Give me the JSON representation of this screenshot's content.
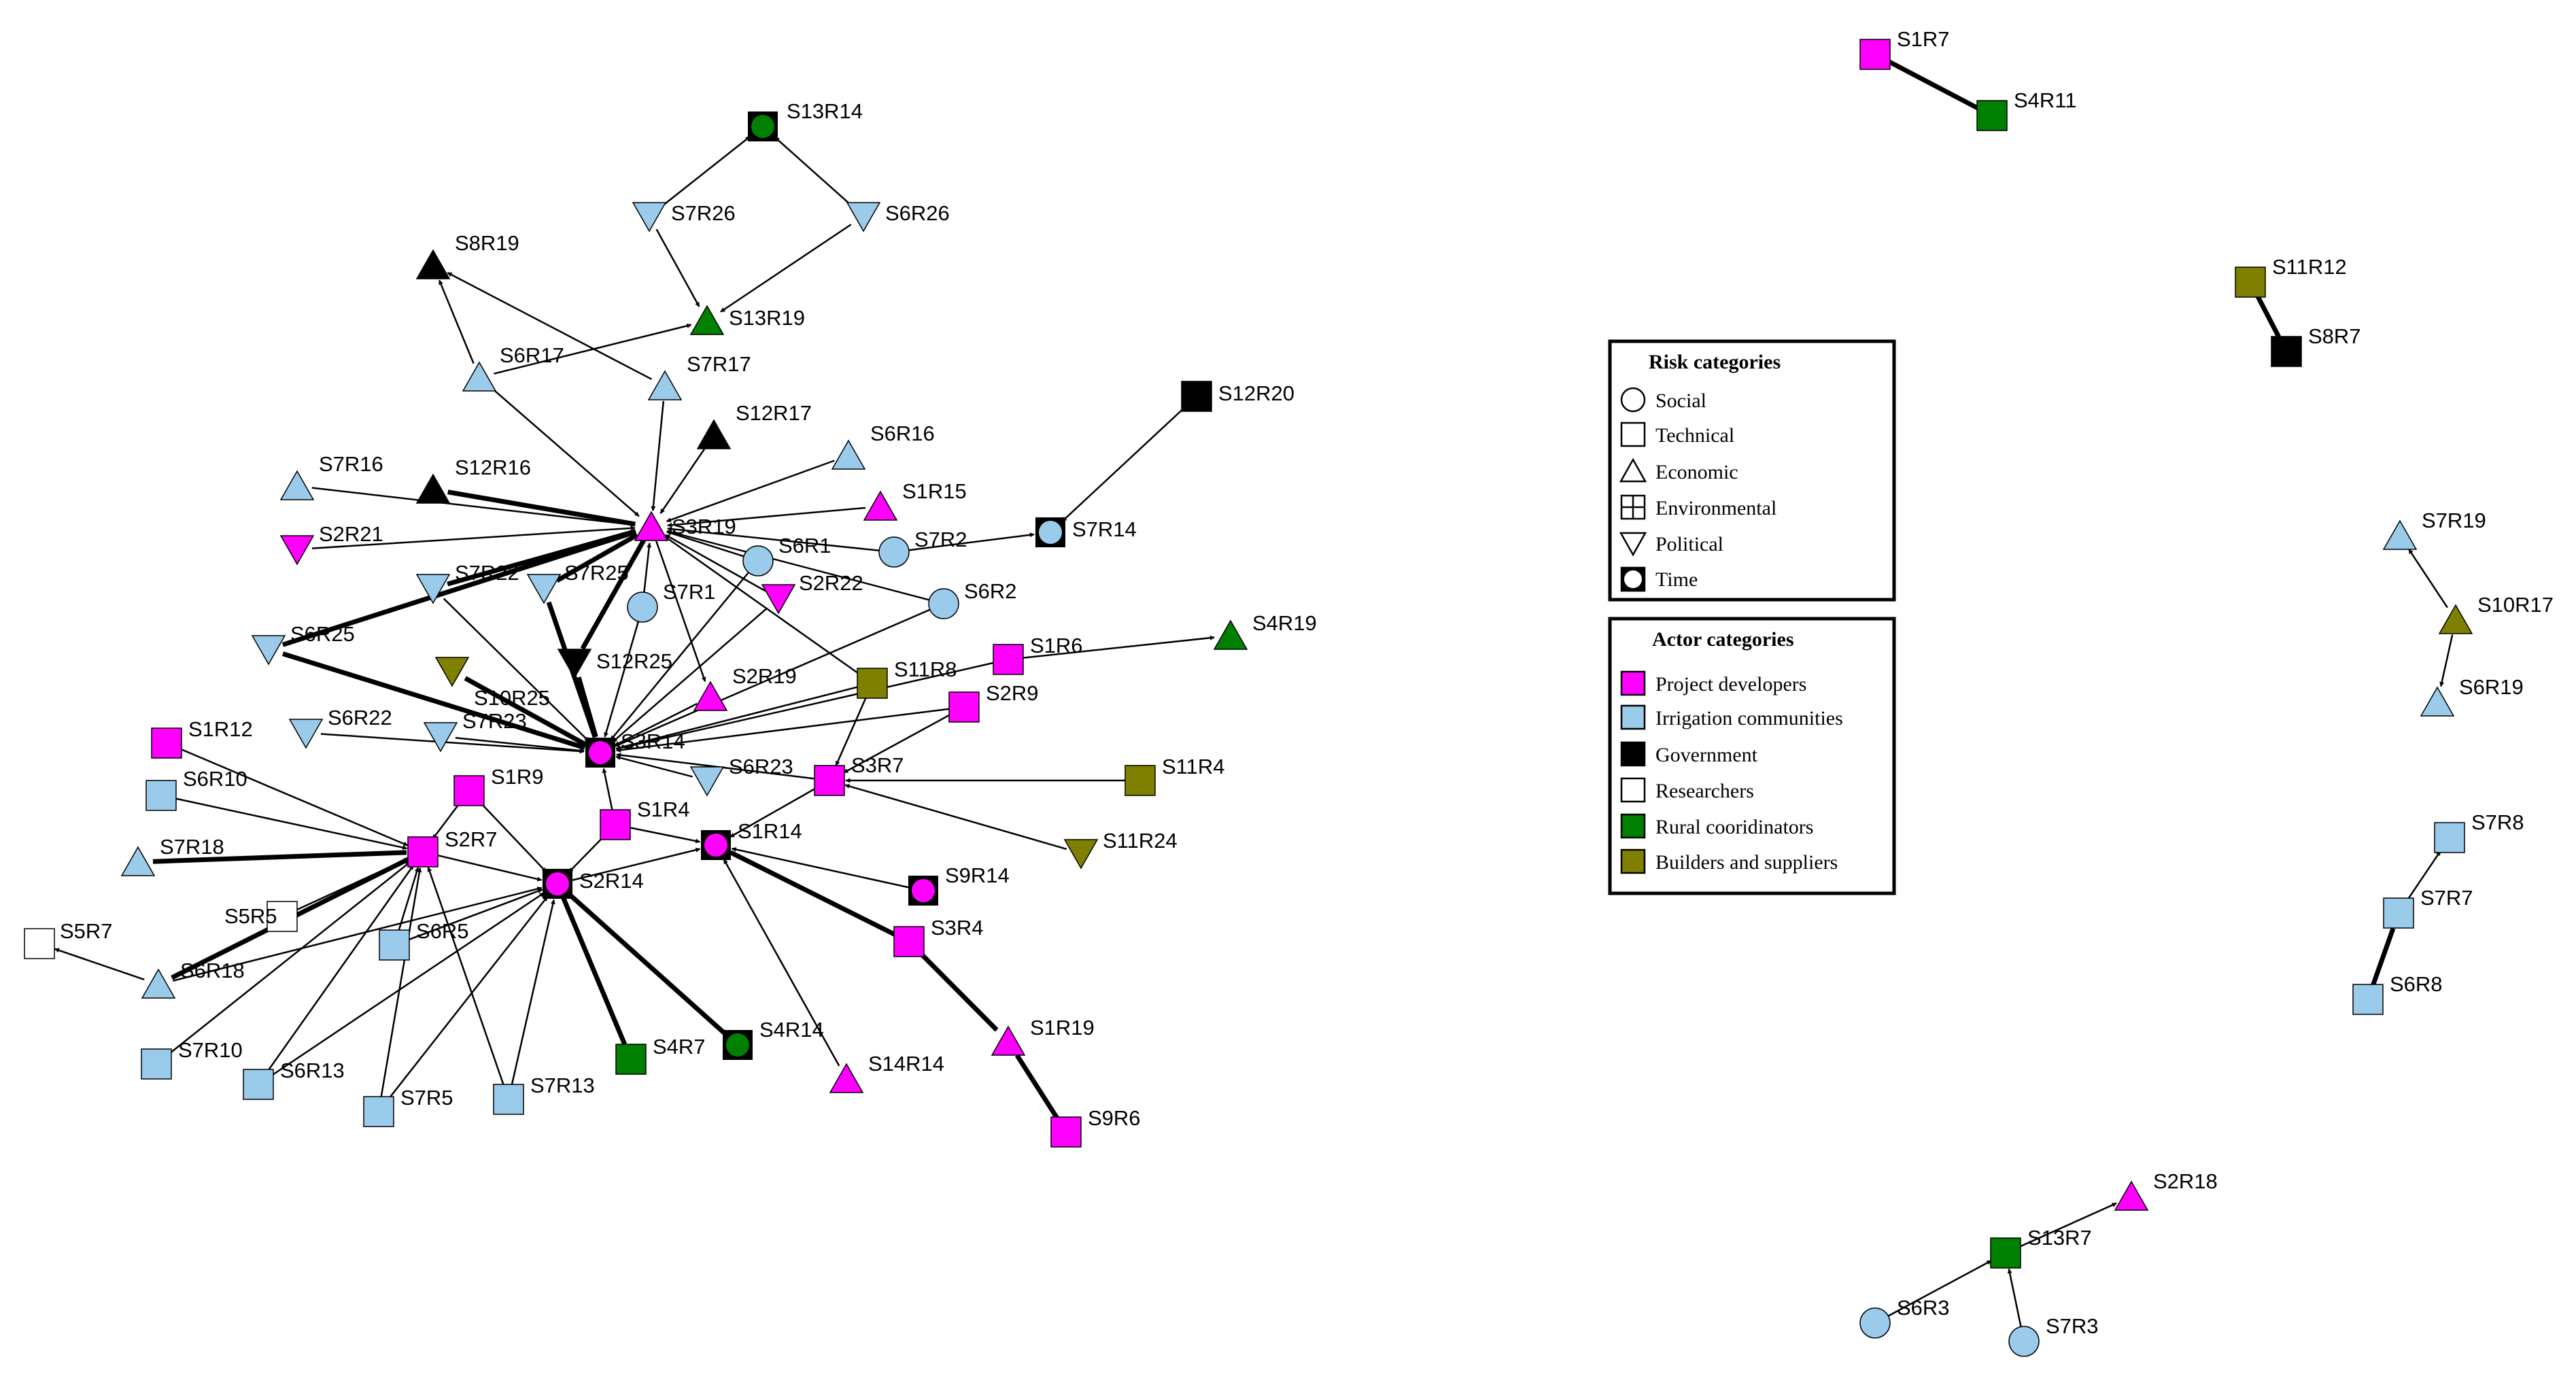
{
  "colors": {
    "project_developers": "#FF00FF",
    "irrigation_communities": "#9ACBEB",
    "government": "#000000",
    "researchers": "#FFFFFF",
    "rural_coordinators": "#008000",
    "builders_and_suppliers": "#808000"
  },
  "legend": {
    "risk_title": "Risk categories",
    "risk_items": [
      {
        "shape": "circle",
        "label": "Social"
      },
      {
        "shape": "square",
        "label": "Technical"
      },
      {
        "shape": "triangle-up",
        "label": "Economic"
      },
      {
        "shape": "square-plus",
        "label": "Environmental"
      },
      {
        "shape": "triangle-down",
        "label": "Political"
      },
      {
        "shape": "circle-in-square",
        "label": "Time"
      }
    ],
    "actor_title": "Actor categories",
    "actor_items": [
      {
        "color": "#FF00FF",
        "label": "Project developers"
      },
      {
        "color": "#9ACBEB",
        "label": "Irrigation communities"
      },
      {
        "color": "#000000",
        "label": "Government"
      },
      {
        "color": "#FFFFFF",
        "label": "Researchers"
      },
      {
        "color": "#008000",
        "label": "Rural cooridinators"
      },
      {
        "color": "#808000",
        "label": "Builders and suppliers"
      }
    ]
  },
  "nodes": [
    {
      "id": "S13R14",
      "shape": "time",
      "color": "#008000"
    },
    {
      "id": "S7R26",
      "shape": "down",
      "color": "#9ACBEB"
    },
    {
      "id": "S6R26",
      "shape": "down",
      "color": "#9ACBEB"
    },
    {
      "id": "S8R19",
      "shape": "up",
      "color": "#000000"
    },
    {
      "id": "S13R19",
      "shape": "up",
      "color": "#008000"
    },
    {
      "id": "S6R17",
      "shape": "up",
      "color": "#9ACBEB"
    },
    {
      "id": "S7R17",
      "shape": "up",
      "color": "#9ACBEB"
    },
    {
      "id": "S12R20",
      "shape": "square",
      "color": "#000000"
    },
    {
      "id": "S12R17",
      "shape": "up",
      "color": "#000000"
    },
    {
      "id": "S6R16",
      "shape": "up",
      "color": "#9ACBEB"
    },
    {
      "id": "S7R16",
      "shape": "up",
      "color": "#9ACBEB"
    },
    {
      "id": "S12R16",
      "shape": "up",
      "color": "#000000"
    },
    {
      "id": "S3R19",
      "shape": "up",
      "color": "#FF00FF"
    },
    {
      "id": "S1R15",
      "shape": "up",
      "color": "#FF00FF"
    },
    {
      "id": "S2R21",
      "shape": "down",
      "color": "#FF00FF"
    },
    {
      "id": "S6R1",
      "shape": "circle",
      "color": "#9ACBEB"
    },
    {
      "id": "S7R2",
      "shape": "circle",
      "color": "#9ACBEB"
    },
    {
      "id": "S7R14",
      "shape": "time",
      "color": "#9ACBEB"
    },
    {
      "id": "S7R22",
      "shape": "down",
      "color": "#9ACBEB"
    },
    {
      "id": "S7R25",
      "shape": "down",
      "color": "#9ACBEB"
    },
    {
      "id": "S7R1",
      "shape": "circle",
      "color": "#9ACBEB"
    },
    {
      "id": "S2R22",
      "shape": "down",
      "color": "#FF00FF"
    },
    {
      "id": "S6R2",
      "shape": "circle",
      "color": "#9ACBEB"
    },
    {
      "id": "S4R19",
      "shape": "up",
      "color": "#008000"
    },
    {
      "id": "S6R25",
      "shape": "down",
      "color": "#9ACBEB"
    },
    {
      "id": "S10R25",
      "shape": "down",
      "color": "#808000"
    },
    {
      "id": "S12R25",
      "shape": "down",
      "color": "#000000"
    },
    {
      "id": "S1R6",
      "shape": "square",
      "color": "#FF00FF"
    },
    {
      "id": "S2R19",
      "shape": "up",
      "color": "#FF00FF"
    },
    {
      "id": "S11R8",
      "shape": "square",
      "color": "#808000"
    },
    {
      "id": "S1R12",
      "shape": "square",
      "color": "#FF00FF"
    },
    {
      "id": "S6R22",
      "shape": "down",
      "color": "#9ACBEB"
    },
    {
      "id": "S7R23",
      "shape": "down",
      "color": "#9ACBEB"
    },
    {
      "id": "S3R14",
      "shape": "time",
      "color": "#FF00FF"
    },
    {
      "id": "S2R9",
      "shape": "square",
      "color": "#FF00FF"
    },
    {
      "id": "S6R10",
      "shape": "square",
      "color": "#9ACBEB"
    },
    {
      "id": "S1R9",
      "shape": "square",
      "color": "#FF00FF"
    },
    {
      "id": "S6R23",
      "shape": "down",
      "color": "#9ACBEB"
    },
    {
      "id": "S3R7",
      "shape": "square",
      "color": "#FF00FF"
    },
    {
      "id": "S11R4",
      "shape": "square",
      "color": "#808000"
    },
    {
      "id": "S1R4",
      "shape": "square",
      "color": "#FF00FF"
    },
    {
      "id": "S2R7",
      "shape": "square",
      "color": "#FF00FF"
    },
    {
      "id": "S7R18",
      "shape": "up",
      "color": "#9ACBEB"
    },
    {
      "id": "S1R14",
      "shape": "time",
      "color": "#FF00FF"
    },
    {
      "id": "S11R24",
      "shape": "down",
      "color": "#808000"
    },
    {
      "id": "S2R14",
      "shape": "time",
      "color": "#FF00FF"
    },
    {
      "id": "S9R14",
      "shape": "time",
      "color": "#FF00FF"
    },
    {
      "id": "S5R5",
      "shape": "square",
      "color": "#FFFFFF"
    },
    {
      "id": "S5R7",
      "shape": "square",
      "color": "#FFFFFF"
    },
    {
      "id": "S6R5",
      "shape": "square",
      "color": "#9ACBEB"
    },
    {
      "id": "S6R18",
      "shape": "up",
      "color": "#9ACBEB"
    },
    {
      "id": "S3R4",
      "shape": "square",
      "color": "#FF00FF"
    },
    {
      "id": "S4R7",
      "shape": "square",
      "color": "#008000"
    },
    {
      "id": "S4R14",
      "shape": "time",
      "color": "#008000"
    },
    {
      "id": "S1R19",
      "shape": "up",
      "color": "#FF00FF"
    },
    {
      "id": "S7R10",
      "shape": "square",
      "color": "#9ACBEB"
    },
    {
      "id": "S14R14",
      "shape": "up",
      "color": "#FF00FF"
    },
    {
      "id": "S6R13",
      "shape": "square",
      "color": "#9ACBEB"
    },
    {
      "id": "S7R13",
      "shape": "square",
      "color": "#9ACBEB"
    },
    {
      "id": "S7R5",
      "shape": "square",
      "color": "#9ACBEB"
    },
    {
      "id": "S9R6",
      "shape": "square",
      "color": "#FF00FF"
    },
    {
      "id": "S1R7",
      "shape": "square",
      "color": "#FF00FF"
    },
    {
      "id": "S4R11",
      "shape": "square",
      "color": "#008000"
    },
    {
      "id": "S11R12",
      "shape": "square",
      "color": "#808000"
    },
    {
      "id": "S8R7",
      "shape": "square",
      "color": "#000000"
    },
    {
      "id": "S7R19",
      "shape": "up",
      "color": "#9ACBEB"
    },
    {
      "id": "S10R17",
      "shape": "up",
      "color": "#808000"
    },
    {
      "id": "S6R19",
      "shape": "up",
      "color": "#9ACBEB"
    },
    {
      "id": "S7R8",
      "shape": "square",
      "color": "#9ACBEB"
    },
    {
      "id": "S7R7",
      "shape": "square",
      "color": "#9ACBEB"
    },
    {
      "id": "S6R8",
      "shape": "square",
      "color": "#9ACBEB"
    },
    {
      "id": "S2R18",
      "shape": "up",
      "color": "#FF00FF"
    },
    {
      "id": "S13R7",
      "shape": "square",
      "color": "#008000"
    },
    {
      "id": "S6R3",
      "shape": "circle",
      "color": "#9ACBEB"
    },
    {
      "id": "S7R3",
      "shape": "circle",
      "color": "#9ACBEB"
    }
  ],
  "edges": [
    {
      "from": "S7R26",
      "to": "S13R14"
    },
    {
      "from": "S6R26",
      "to": "S13R14"
    },
    {
      "from": "S7R26",
      "to": "S13R19"
    },
    {
      "from": "S6R26",
      "to": "S13R19"
    },
    {
      "from": "S6R17",
      "to": "S13R19"
    },
    {
      "from": "S6R17",
      "to": "S8R19"
    },
    {
      "from": "S7R17",
      "to": "S8R19"
    },
    {
      "from": "S7R17",
      "to": "S3R19"
    },
    {
      "from": "S6R17",
      "to": "S3R19"
    },
    {
      "from": "S12R17",
      "to": "S3R19"
    },
    {
      "from": "S6R16",
      "to": "S3R19"
    },
    {
      "from": "S7R16",
      "to": "S3R19"
    },
    {
      "from": "S12R16",
      "to": "S3R19",
      "thick": true
    },
    {
      "from": "S2R21",
      "to": "S3R19"
    },
    {
      "from": "S1R15",
      "to": "S3R19"
    },
    {
      "from": "S6R1",
      "to": "S3R19"
    },
    {
      "from": "S7R2",
      "to": "S3R19"
    },
    {
      "from": "S6R2",
      "to": "S3R19"
    },
    {
      "from": "S7R22",
      "to": "S3R19",
      "thick": true
    },
    {
      "from": "S7R25",
      "to": "S3R19",
      "thick": true
    },
    {
      "from": "S7R1",
      "to": "S3R19"
    },
    {
      "from": "S2R22",
      "to": "S3R19"
    },
    {
      "from": "S11R8",
      "to": "S3R19"
    },
    {
      "from": "S6R25",
      "to": "S3R19",
      "thick": true
    },
    {
      "from": "S7R2",
      "to": "S7R14"
    },
    {
      "from": "S12R20",
      "to": "S7R14"
    },
    {
      "from": "S1R6",
      "to": "S4R19"
    },
    {
      "from": "S3R19",
      "to": "S12R25",
      "thick": true
    },
    {
      "from": "S7R25",
      "to": "S3R14",
      "thick": true
    },
    {
      "from": "S7R22",
      "to": "S3R14"
    },
    {
      "from": "S6R25",
      "to": "S3R14",
      "thick": true
    },
    {
      "from": "S10R25",
      "to": "S3R14",
      "thick": true
    },
    {
      "from": "S12R25",
      "to": "S3R14",
      "thick": true
    },
    {
      "from": "S6R22",
      "to": "S3R14"
    },
    {
      "from": "S7R23",
      "to": "S3R14"
    },
    {
      "from": "S7R1",
      "to": "S3R14"
    },
    {
      "from": "S6R1",
      "to": "S3R14"
    },
    {
      "from": "S6R2",
      "to": "S3R14"
    },
    {
      "from": "S1R6",
      "to": "S3R14"
    },
    {
      "from": "S11R8",
      "to": "S3R14"
    },
    {
      "from": "S2R9",
      "to": "S3R14"
    },
    {
      "from": "S2R19",
      "to": "S3R14"
    },
    {
      "from": "S2R22",
      "to": "S3R14"
    },
    {
      "from": "S6R23",
      "to": "S3R14"
    },
    {
      "from": "S3R7",
      "to": "S3R14"
    },
    {
      "from": "S3R19",
      "to": "S2R19"
    },
    {
      "from": "S1R4",
      "to": "S3R14"
    },
    {
      "from": "S11R8",
      "to": "S3R7"
    },
    {
      "from": "S2R9",
      "to": "S3R7"
    },
    {
      "from": "S11R4",
      "to": "S3R7"
    },
    {
      "from": "S11R24",
      "to": "S3R7"
    },
    {
      "from": "S3R7",
      "to": "S1R14"
    },
    {
      "from": "S1R4",
      "to": "S1R14"
    },
    {
      "from": "S2R14",
      "to": "S1R14"
    },
    {
      "from": "S9R14",
      "to": "S1R14"
    },
    {
      "from": "S3R4",
      "to": "S1R14",
      "thick": true
    },
    {
      "from": "S14R14",
      "to": "S1R14"
    },
    {
      "from": "S1R4",
      "to": "S2R14"
    },
    {
      "from": "S1R9",
      "to": "S2R14"
    },
    {
      "from": "S2R14",
      "to": "S4R7",
      "thick": true
    },
    {
      "from": "S2R14",
      "to": "S4R14",
      "thick": true
    },
    {
      "from": "S3R4",
      "to": "S1R19",
      "thick": true
    },
    {
      "from": "S9R6",
      "to": "S1R19",
      "thick": true
    },
    {
      "from": "S1R12",
      "to": "S2R7"
    },
    {
      "from": "S6R10",
      "to": "S2R7"
    },
    {
      "from": "S1R9",
      "to": "S2R7"
    },
    {
      "from": "S7R18",
      "to": "S2R7",
      "thick": true
    },
    {
      "from": "S5R5",
      "to": "S2R7"
    },
    {
      "from": "S6R5",
      "to": "S2R7"
    },
    {
      "from": "S6R18",
      "to": "S2R7",
      "thick": true
    },
    {
      "from": "S7R10",
      "to": "S2R7"
    },
    {
      "from": "S6R13",
      "to": "S2R7"
    },
    {
      "from": "S7R5",
      "to": "S2R7"
    },
    {
      "from": "S7R13",
      "to": "S2R7"
    },
    {
      "from": "S6R18",
      "to": "S5R7"
    },
    {
      "from": "S2R7",
      "to": "S2R14"
    },
    {
      "from": "S6R5",
      "to": "S2R14"
    },
    {
      "from": "S6R13",
      "to": "S2R14"
    },
    {
      "from": "S7R5",
      "to": "S2R14"
    },
    {
      "from": "S7R13",
      "to": "S2R14"
    },
    {
      "from": "S6R18",
      "to": "S2R14"
    },
    {
      "from": "S4R11",
      "to": "S1R7",
      "thick": true
    },
    {
      "from": "S11R12",
      "to": "S8R7",
      "thick": true
    },
    {
      "from": "S10R17",
      "to": "S7R19"
    },
    {
      "from": "S10R17",
      "to": "S6R19"
    },
    {
      "from": "S7R7",
      "to": "S7R8"
    },
    {
      "from": "S6R8",
      "to": "S7R7",
      "thick": true
    },
    {
      "from": "S6R3",
      "to": "S13R7"
    },
    {
      "from": "S7R3",
      "to": "S13R7"
    },
    {
      "from": "S13R7",
      "to": "S2R18"
    }
  ]
}
